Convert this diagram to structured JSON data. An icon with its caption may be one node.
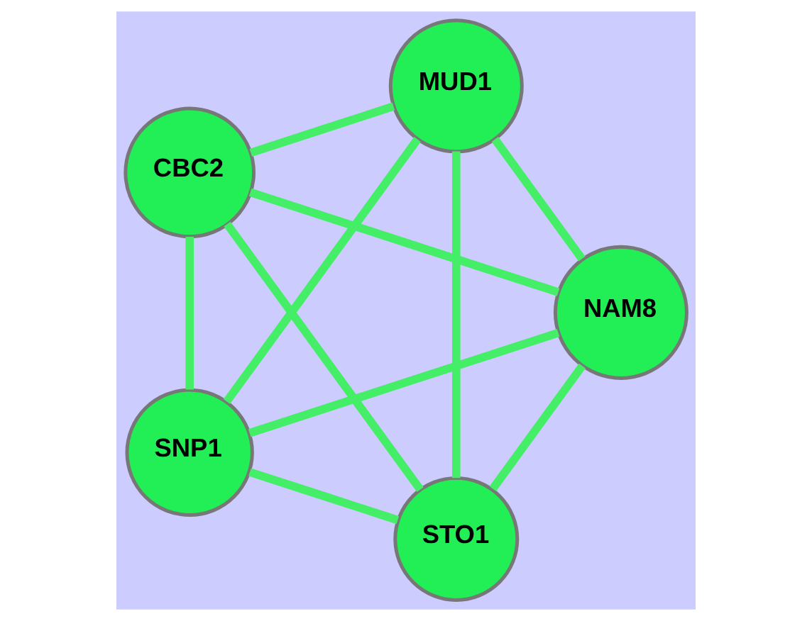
{
  "diagram": {
    "nodes": [
      {
        "text": [
          "STO1"
        ]
      },
      {
        "text": [
          "NAM8"
        ]
      },
      {
        "text": [
          "CBC2"
        ]
      },
      {
        "text": [
          "MUD1"
        ]
      },
      {
        "text": [
          "SNP1"
        ]
      }
    ],
    "edges": [
      {
        "from": 0,
        "to": 1,
        "arrow": "none"
      },
      {
        "from": 0,
        "to": 2,
        "arrow": "none"
      },
      {
        "from": 0,
        "to": 3,
        "arrow": "none"
      },
      {
        "from": 0,
        "to": 4,
        "arrow": "none"
      },
      {
        "from": 1,
        "to": 2,
        "arrow": "none"
      },
      {
        "from": 1,
        "to": 3,
        "arrow": "none"
      },
      {
        "from": 1,
        "to": 4,
        "arrow": "none"
      },
      {
        "from": 2,
        "to": 3,
        "arrow": "none"
      },
      {
        "from": 2,
        "to": 4,
        "arrow": "none"
      },
      {
        "from": 3,
        "to": 4,
        "arrow": "none"
      }
    ]
  }
}
